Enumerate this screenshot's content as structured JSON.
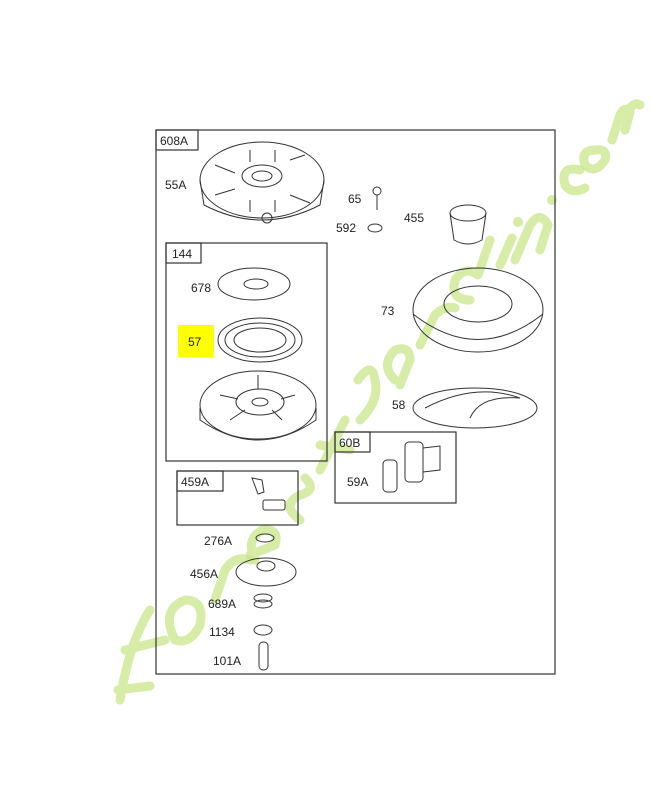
{
  "diagram": {
    "groups": [
      {
        "id": "608A",
        "label": "608A"
      },
      {
        "id": "144",
        "label": "144"
      },
      {
        "id": "459A",
        "label": "459A"
      },
      {
        "id": "60B",
        "label": "60B"
      }
    ],
    "parts": {
      "p55A": "55A",
      "p65": "65",
      "p592": "592",
      "p455": "455",
      "p678": "678",
      "p57": "57",
      "p73": "73",
      "p58": "58",
      "p59A": "59A",
      "p276A": "276A",
      "p456A": "456A",
      "p689A": "689A",
      "p1134": "1134",
      "p101A": "101A"
    },
    "highlighted_part": "57",
    "highlight_color": "#ffff00",
    "watermark": "Forestjardin.com",
    "watermark_color": "#c8e68a"
  }
}
